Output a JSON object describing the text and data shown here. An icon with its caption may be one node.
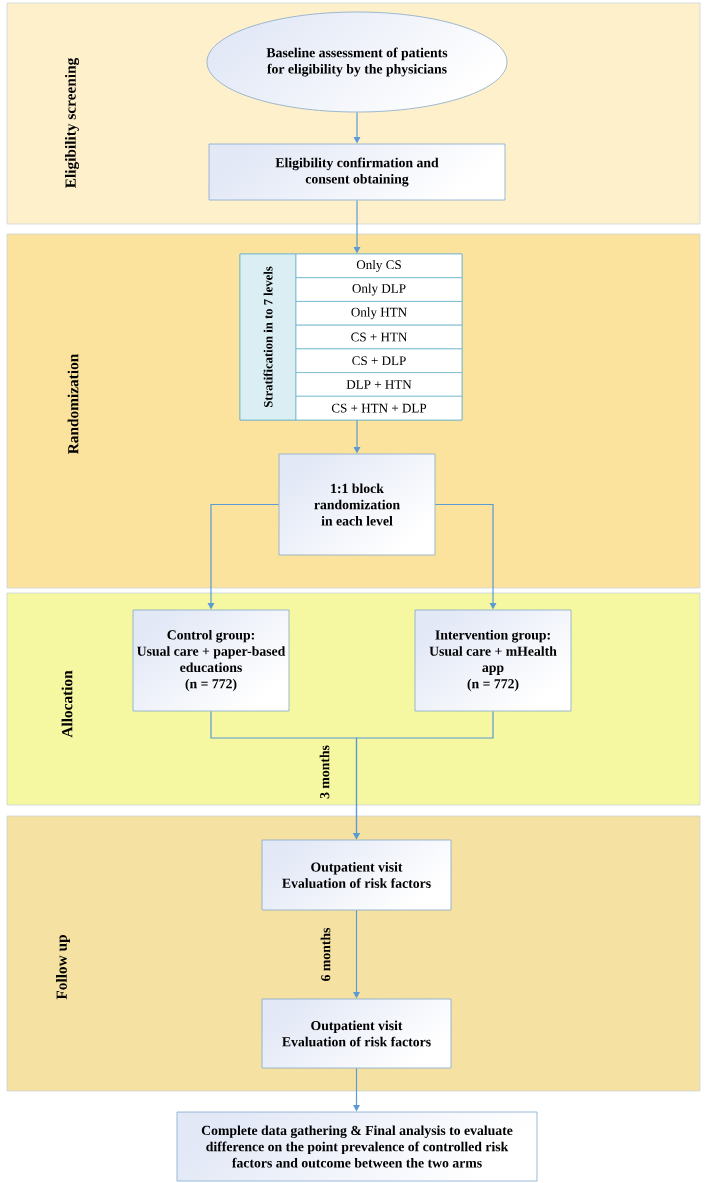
{
  "diagram": {
    "nodes": [
      {
        "text": [
          "Eligibility screening"
        ]
      },
      {
        "text": [
          "Baseline assessment of patients for eligibility by the physicians"
        ],
        "in": 0
      },
      {
        "text": [
          "Eligibility confirmation and consent obtaining"
        ],
        "in": 0
      },
      {
        "text": [
          "Randomization"
        ]
      },
      {
        "text": [
          "Stratification in to 7 levels"
        ],
        "in": 3
      },
      {
        "text": [
          "Only CS"
        ],
        "in": 4
      },
      {
        "text": [
          "Only DLP"
        ],
        "in": 4
      },
      {
        "text": [
          "Only HTN"
        ],
        "in": 4
      },
      {
        "text": [
          "CS + HTN"
        ],
        "in": 4
      },
      {
        "text": [
          "CS + DLP"
        ],
        "in": 4
      },
      {
        "text": [
          "DLP + HTN"
        ],
        "in": 4
      },
      {
        "text": [
          "CS + HTN + DLP"
        ],
        "in": 4
      },
      {
        "text": [
          "1:1 block randomization in each level"
        ],
        "in": 3
      },
      {
        "text": [
          "Allocation"
        ]
      },
      {
        "text": [
          "Control group:",
          "Usual care + paper-based educations",
          "(n = 772)"
        ],
        "in": 13
      },
      {
        "text": [
          "Intervention group:",
          "Usual care + mHealth app",
          "(n = 772)"
        ],
        "in": 13
      },
      {
        "text": [
          "Follow up"
        ]
      },
      {
        "text": [
          "Outpatient visit",
          "Evaluation of risk factors"
        ],
        "in": 16
      },
      {
        "text": [
          "Outpatient visit",
          "Evaluation of risk factors"
        ],
        "in": 16
      },
      {
        "text": [
          "Complete data gathering & Final analysis to evaluate difference on the point prevalence of controlled risk factors and outcome between the two arms"
        ]
      }
    ],
    "edges": [
      {
        "from": 1,
        "to": 2,
        "arrow": "to"
      },
      {
        "from": 2,
        "to": 4,
        "arrow": "to"
      },
      {
        "from": 4,
        "to": 12,
        "arrow": "to"
      },
      {
        "from": 12,
        "to": 14,
        "arrow": "to"
      },
      {
        "from": 12,
        "to": 15,
        "arrow": "to"
      },
      {
        "from": 14,
        "to": 17,
        "arrow": "to",
        "label": "3 months"
      },
      {
        "from": 15,
        "to": 17,
        "arrow": "to"
      },
      {
        "from": 17,
        "to": 18,
        "arrow": "to",
        "label": "6 months"
      },
      {
        "from": 18,
        "to": 19,
        "arrow": "to"
      }
    ]
  }
}
